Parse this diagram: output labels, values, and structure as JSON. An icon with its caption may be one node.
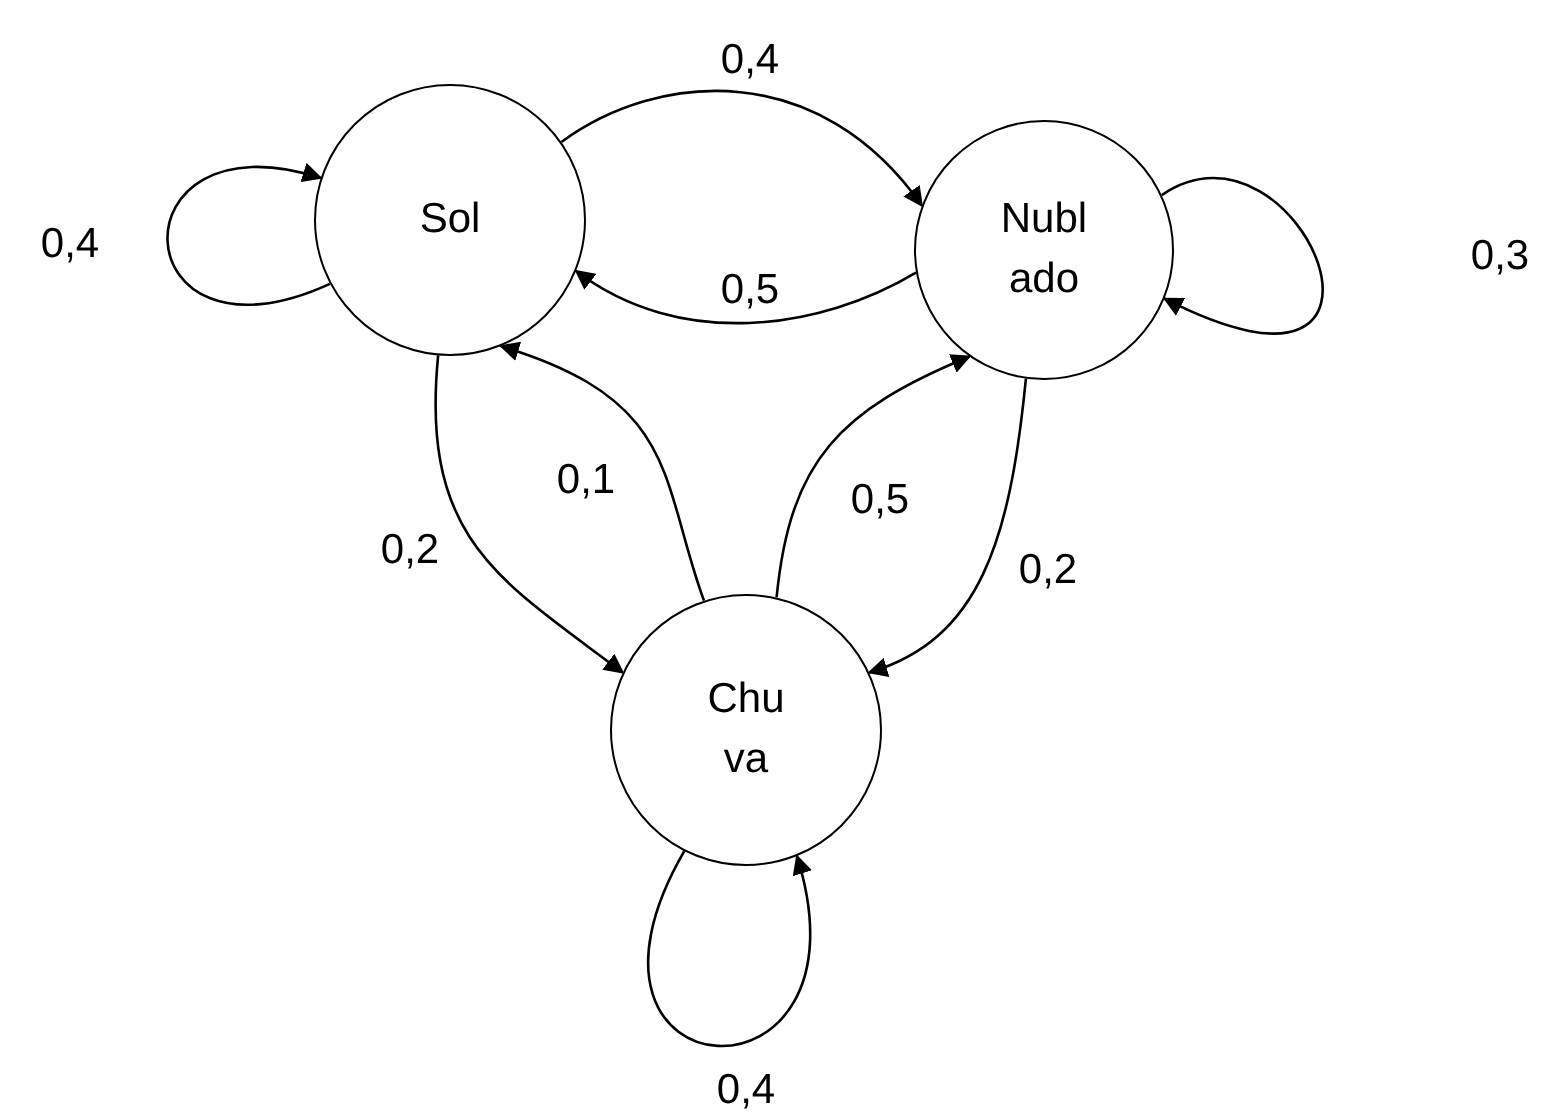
{
  "diagram": {
    "nodes": [
      {
        "text": [
          "Sol"
        ]
      },
      {
        "text": [
          "Nubl ado"
        ]
      },
      {
        "text": [
          "Chu va"
        ]
      }
    ],
    "edges": [
      {
        "from": 0,
        "to": 0,
        "arrow": "to",
        "label": "0,4"
      },
      {
        "from": 0,
        "to": 1,
        "arrow": "to",
        "label": "0,4"
      },
      {
        "from": 1,
        "to": 0,
        "arrow": "to",
        "label": "0,5"
      },
      {
        "from": 1,
        "to": 1,
        "arrow": "to",
        "label": "0,3"
      },
      {
        "from": 0,
        "to": 2,
        "arrow": "to",
        "label": "0,2"
      },
      {
        "from": 2,
        "to": 0,
        "arrow": "to",
        "label": "0,1"
      },
      {
        "from": 2,
        "to": 1,
        "arrow": "to",
        "label": "0,5"
      },
      {
        "from": 1,
        "to": 2,
        "arrow": "to",
        "label": "0,2"
      },
      {
        "from": 2,
        "to": 2,
        "arrow": "to",
        "label": "0,4"
      }
    ]
  }
}
